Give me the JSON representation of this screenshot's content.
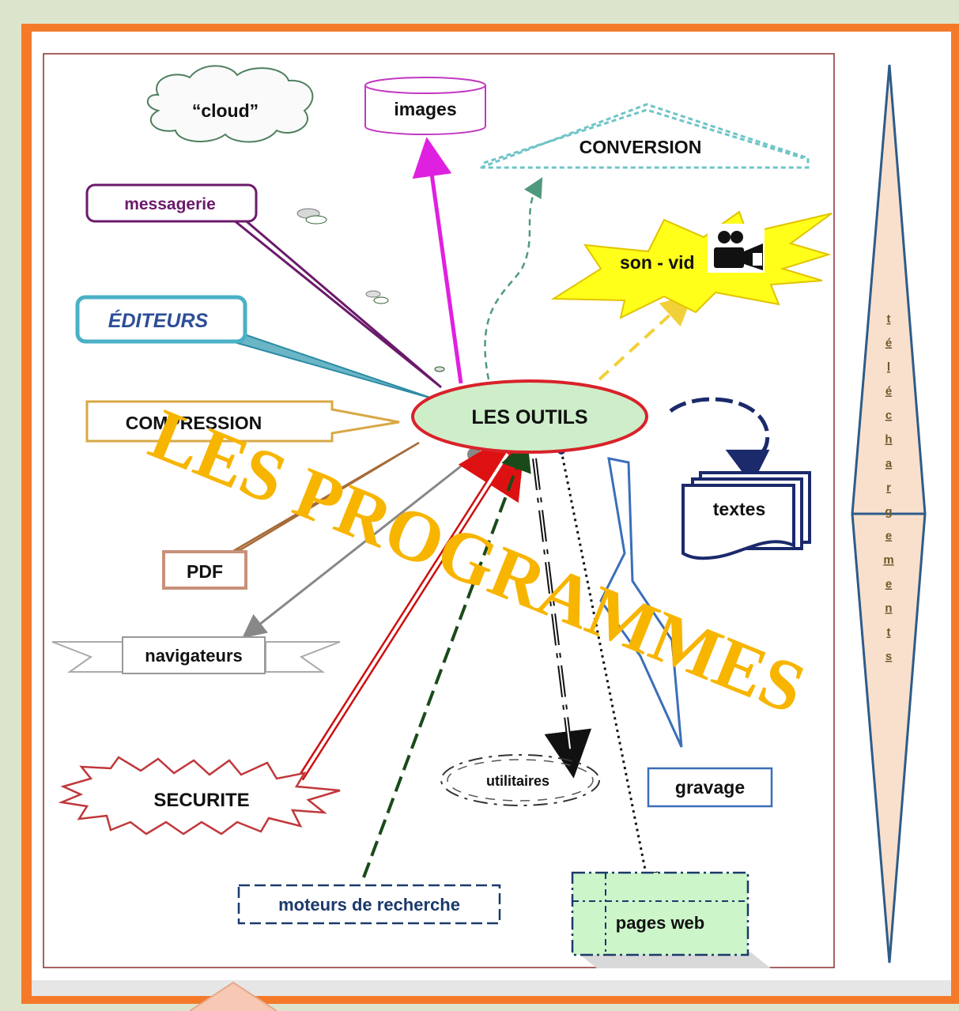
{
  "center": "LES OUTILS",
  "overlay_title": "LES PROGRAMMES",
  "nodes": {
    "cloud": "“cloud”",
    "images": "images",
    "conversion": "CONVERSION",
    "messagerie": "messagerie",
    "son_video": "son - vid",
    "editeurs": "ÉDITEURS",
    "compression": "COMPRESSION",
    "textes": "textes",
    "pdf": "PDF",
    "navigateurs": "navigateurs",
    "securite": "SECURITE",
    "utilitaires": "utilitaires",
    "gravage": "gravage",
    "moteurs": "moteurs de recherche",
    "pages_web": "pages web"
  },
  "side_letters": [
    "t",
    "é",
    "l",
    "é",
    "c",
    "h",
    "a",
    "r",
    "g",
    "e",
    "m",
    "e",
    "n",
    "t",
    "s"
  ],
  "colors": {
    "frame_orange": "#f47a2a",
    "overlay_yellow": "#f7b500",
    "center_fill": "#cdeec9",
    "center_stroke": "#d9222a",
    "diamond_fill": "#f9e0cd",
    "diamond_stroke": "#2e5c8a"
  }
}
